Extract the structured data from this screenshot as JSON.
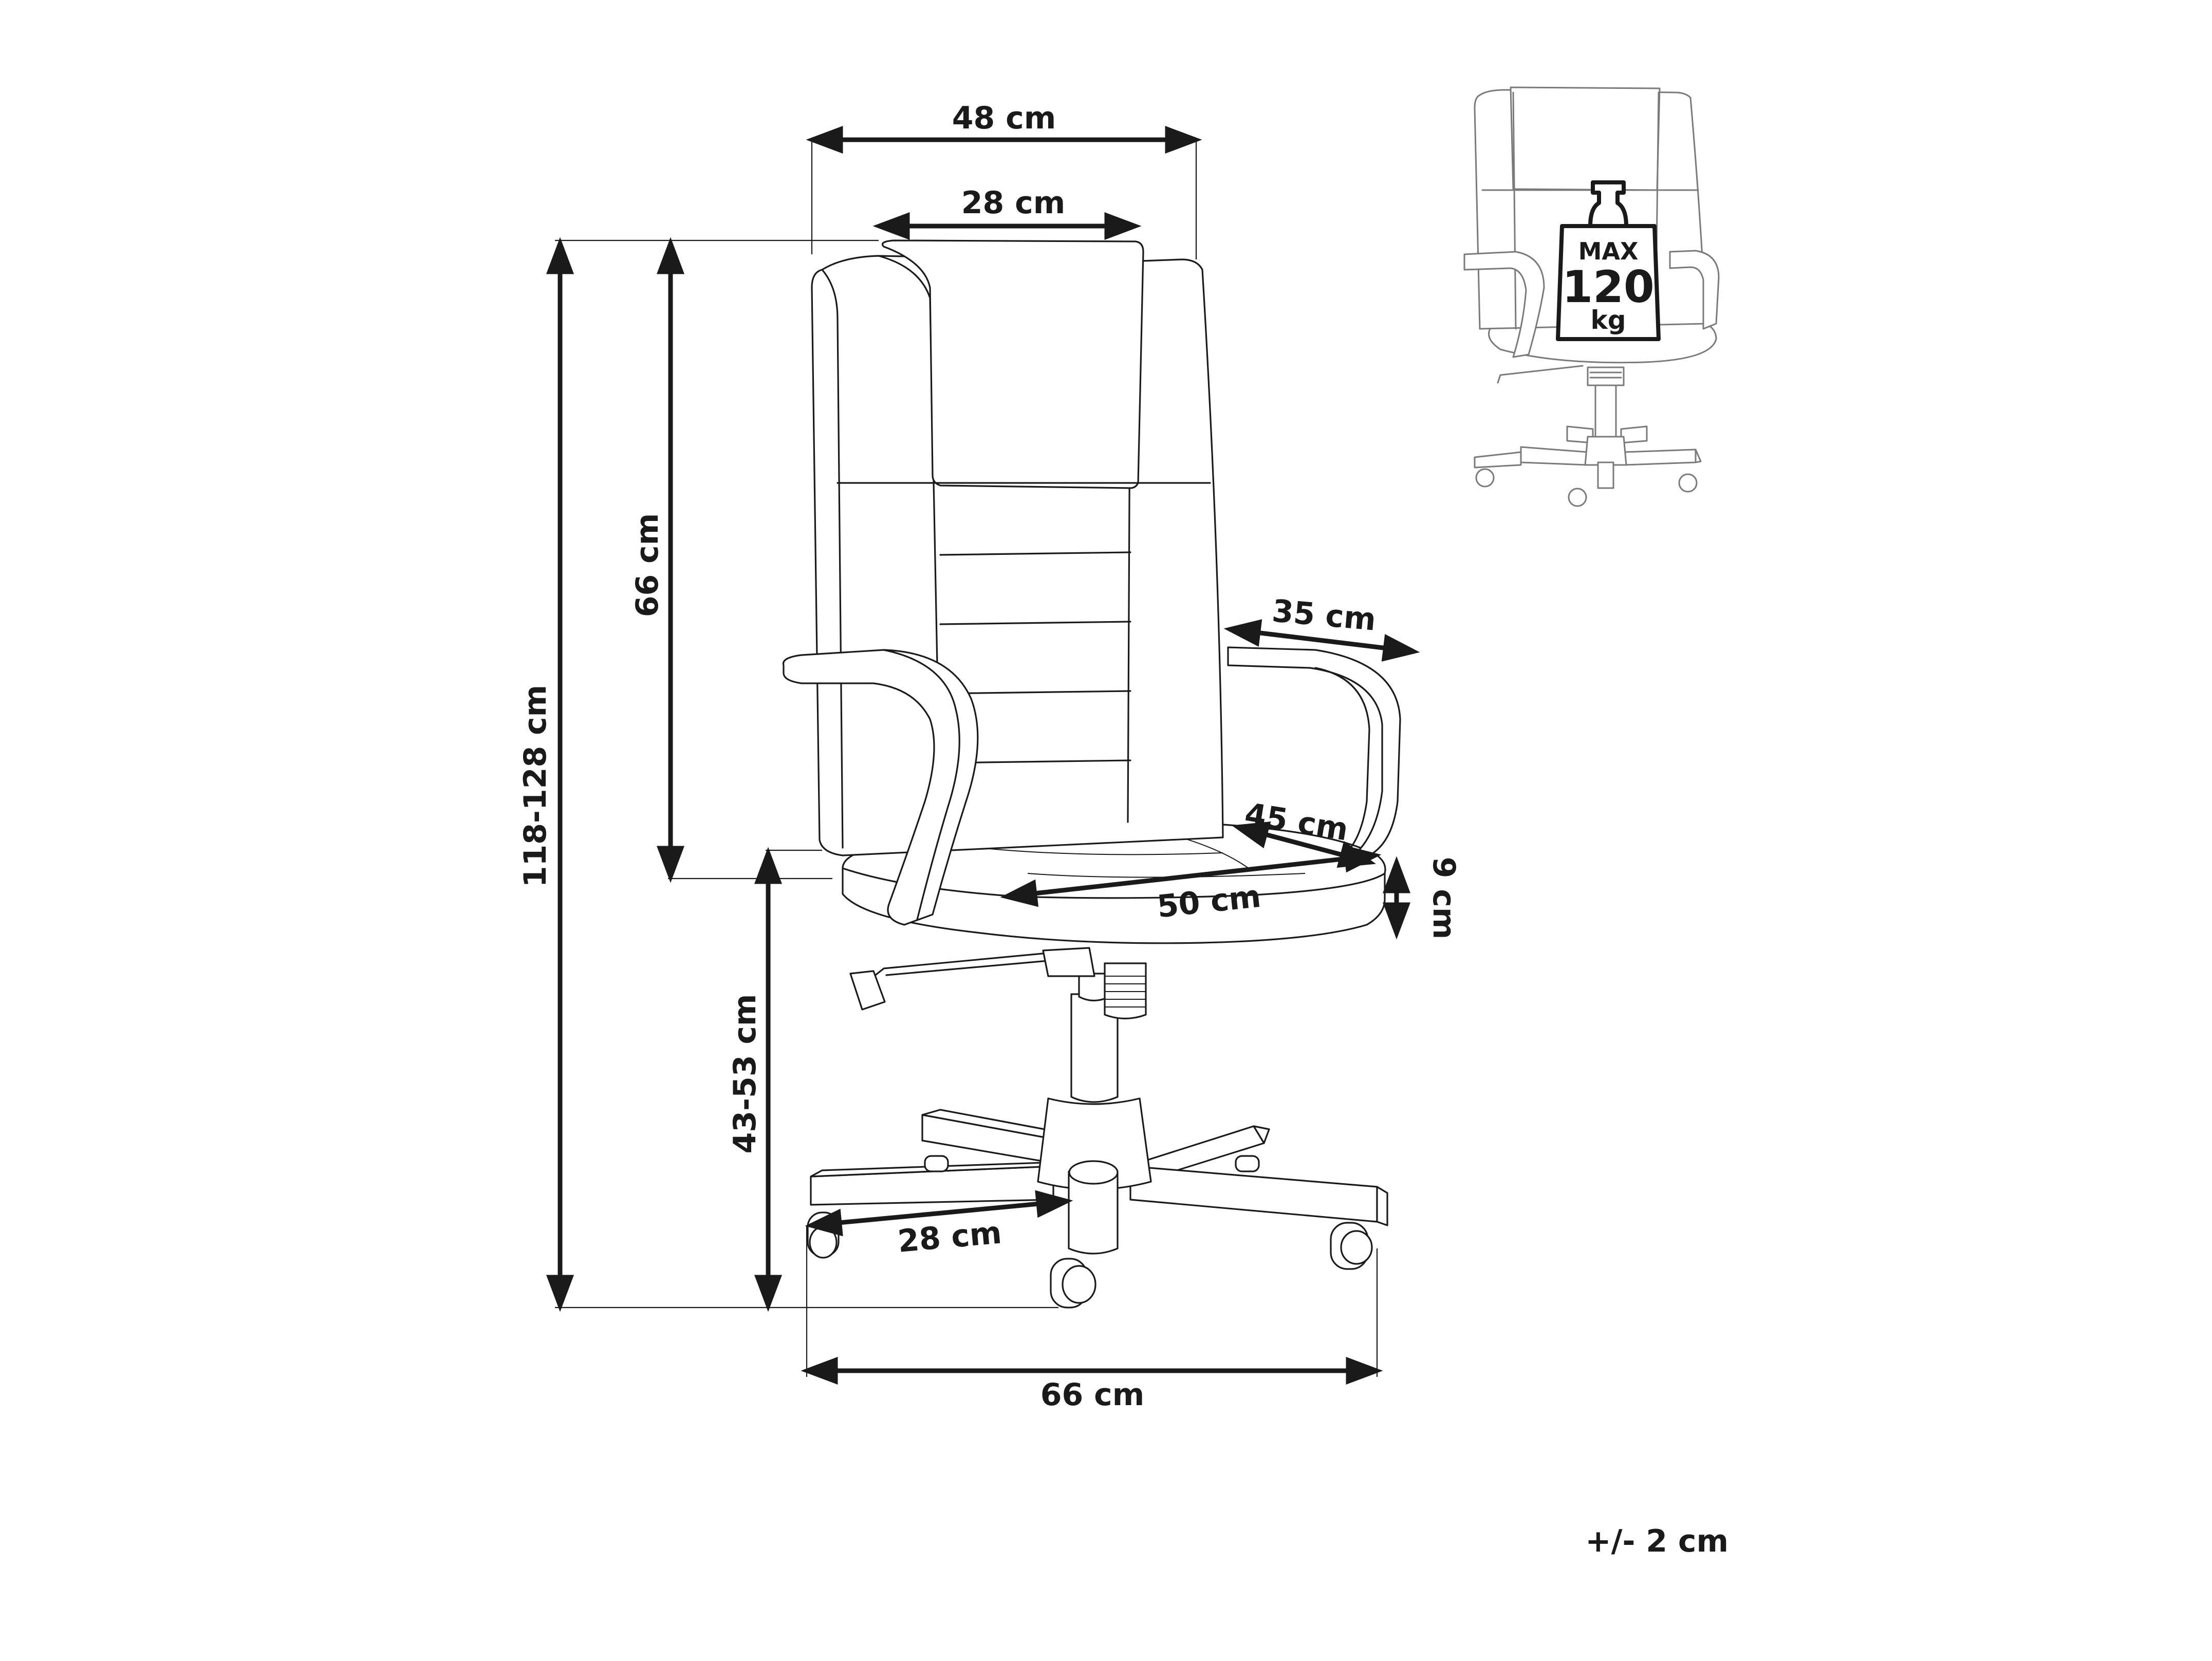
{
  "dimensions": {
    "total_width": "48 cm",
    "backrest_width": "28 cm",
    "total_height": "118-128 cm",
    "backrest_height": "66 cm",
    "armrest_depth": "35 cm",
    "seat_depth": "45 cm",
    "seat_width": "50 cm",
    "seat_thickness": "9 cm",
    "seat_height": "43-53 cm",
    "base_radius": "28 cm",
    "base_width": "66 cm"
  },
  "tolerance": "+/- 2 cm",
  "max_load": {
    "label": "MAX",
    "value": "120",
    "unit": "kg"
  },
  "icons": [
    "chair-dimension-drawing",
    "chair-thumbnail-icon",
    "weight-icon"
  ]
}
